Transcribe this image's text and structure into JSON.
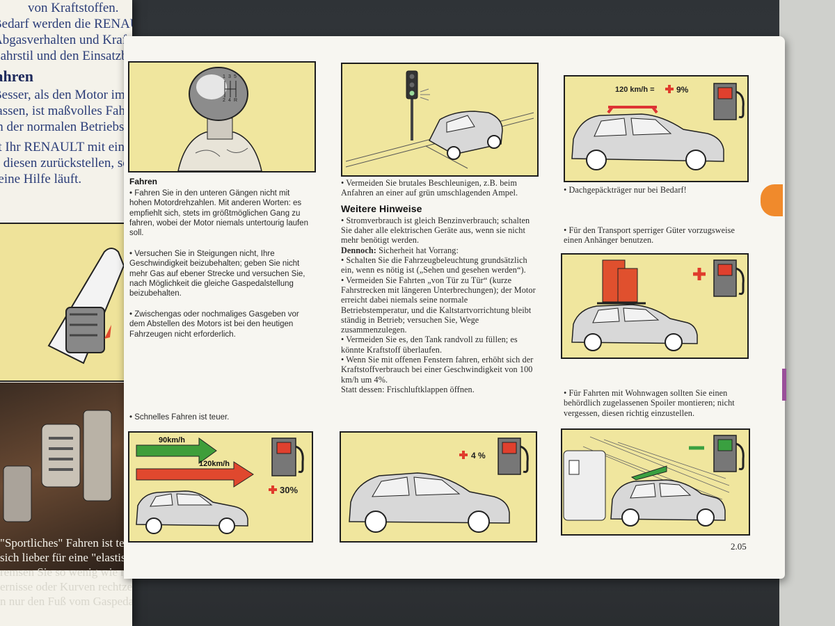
{
  "left_page": {
    "lines": [
      "von Kraftstoffen.",
      "Bedarf werden die RENAULT",
      "Abgasverhalten und Kraftst",
      "Fahrstil und den Einsatzbed"
    ],
    "heading": "Fahren",
    "para1": [
      "Besser, als den Motor im Stand",
      "lassen, ist maßvolles Fahren",
      "in der normalen Betriebste"
    ],
    "para2": [
      "st Ihr RENAULT mit einem C",
      "t, diesen zurückstellen, sobald",
      "seine Hilfe läuft."
    ],
    "bottom": [
      "\"Sportliches\" Fahren ist teuer",
      "sich lieber für eine \"elastisch",
      "",
      "remsen Sie so wenig wie mögl",
      "ernisse oder Kurven rechtzeitig",
      "n nur den Fuß vom Gaspedal"
    ]
  },
  "col1": {
    "heading": "Fahren",
    "p1": "• Fahren Sie in den unteren Gängen nicht mit hohen Motordrehzahlen. Mit anderen Worten: es empfiehlt sich, stets im größtmöglichen Gang zu fahren, wobei der Motor niemals untertourig laufen soll.",
    "p2": "• Versuchen Sie in Steigungen nicht, Ihre Geschwindigkeit beizubehalten; geben Sie nicht mehr Gas auf ebener Strecke und versuchen Sie, nach Möglichkeit die gleiche Gaspedalstellung beizubehalten.",
    "p3": "• Zwischengas oder nochmaliges Gasgeben vor dem Abstellen des Motors ist bei den heutigen Fahrzeugen nicht erforderlich.",
    "p4": "• Schnelles Fahren ist teuer.",
    "speed1": "90km/h",
    "speed2": "120km/h",
    "pct": "30%",
    "gear_labels": [
      "1",
      "3",
      "5",
      "2",
      "4",
      "R"
    ]
  },
  "col2": {
    "p1": "• Vermeiden Sie brutales Beschleunigen, z.B. beim Anfahren an einer auf grün umschlagenden Ampel.",
    "heading": "Weitere Hinweise",
    "p2": "• Stromverbrauch ist gleich Benzinverbrauch; schalten Sie daher alle elektrischen Geräte aus, wenn sie nicht mehr benötigt werden.",
    "dennoch_label": "Dennoch:",
    "dennoch_text": " Sicherheit hat Vorrang:",
    "p3": "• Schalten Sie die Fahrzeugbeleuchtung grundsätzlich ein, wenn es nötig ist („Sehen und gesehen werden“).",
    "p4": "• Vermeiden Sie Fahrten „von Tür zu Tür“ (kurze Fahrstrecken mit längeren Unterbrechungen); der Motor erreicht dabei niemals seine normale Betriebstemperatur, und die Kaltstartvorrichtung bleibt ständig in Betrieb; versuchen Sie, Wege zusammenzulegen.",
    "p5": "• Vermeiden Sie es, den Tank randvoll zu füllen; es könnte Kraftstoff überlaufen.",
    "p6": "• Wenn Sie mit offenen Fenstern fahren, erhöht sich der Kraftstoffverbrauch bei einer Geschwindigkeit von 100 km/h um 4%.",
    "p7": "Statt dessen: Frischluftklappen öffnen.",
    "pct": "4 %"
  },
  "col3": {
    "speed_label": "120 km/h =",
    "pct": "9%",
    "p1": "• Dachgepäckträger nur bei Bedarf!",
    "p2": "• Für den Transport sperriger Güter vorzugsweise einen Anhänger benutzen.",
    "p3": "• Für Fahrten mit Wohnwagen sollten Sie einen behördlich zugelassenen Spoiler montieren; nicht vergessen, diesen richtig einzustellen."
  },
  "page_number": "2.05",
  "colors": {
    "panel": "#f0e69e",
    "plus_red": "#e03c2c",
    "arrow_green": "#3f9e3a",
    "arrow_red": "#e0482e",
    "pump_red": "#e0402e",
    "pump_green": "#3aa040",
    "tab_orange": "#f08a2c",
    "tab_purple": "#9a4f9a"
  },
  "icons": [
    "gear-knob",
    "traffic-light",
    "fuel-pump-icon",
    "plus-icon",
    "minus-icon",
    "roof-rack",
    "car"
  ]
}
